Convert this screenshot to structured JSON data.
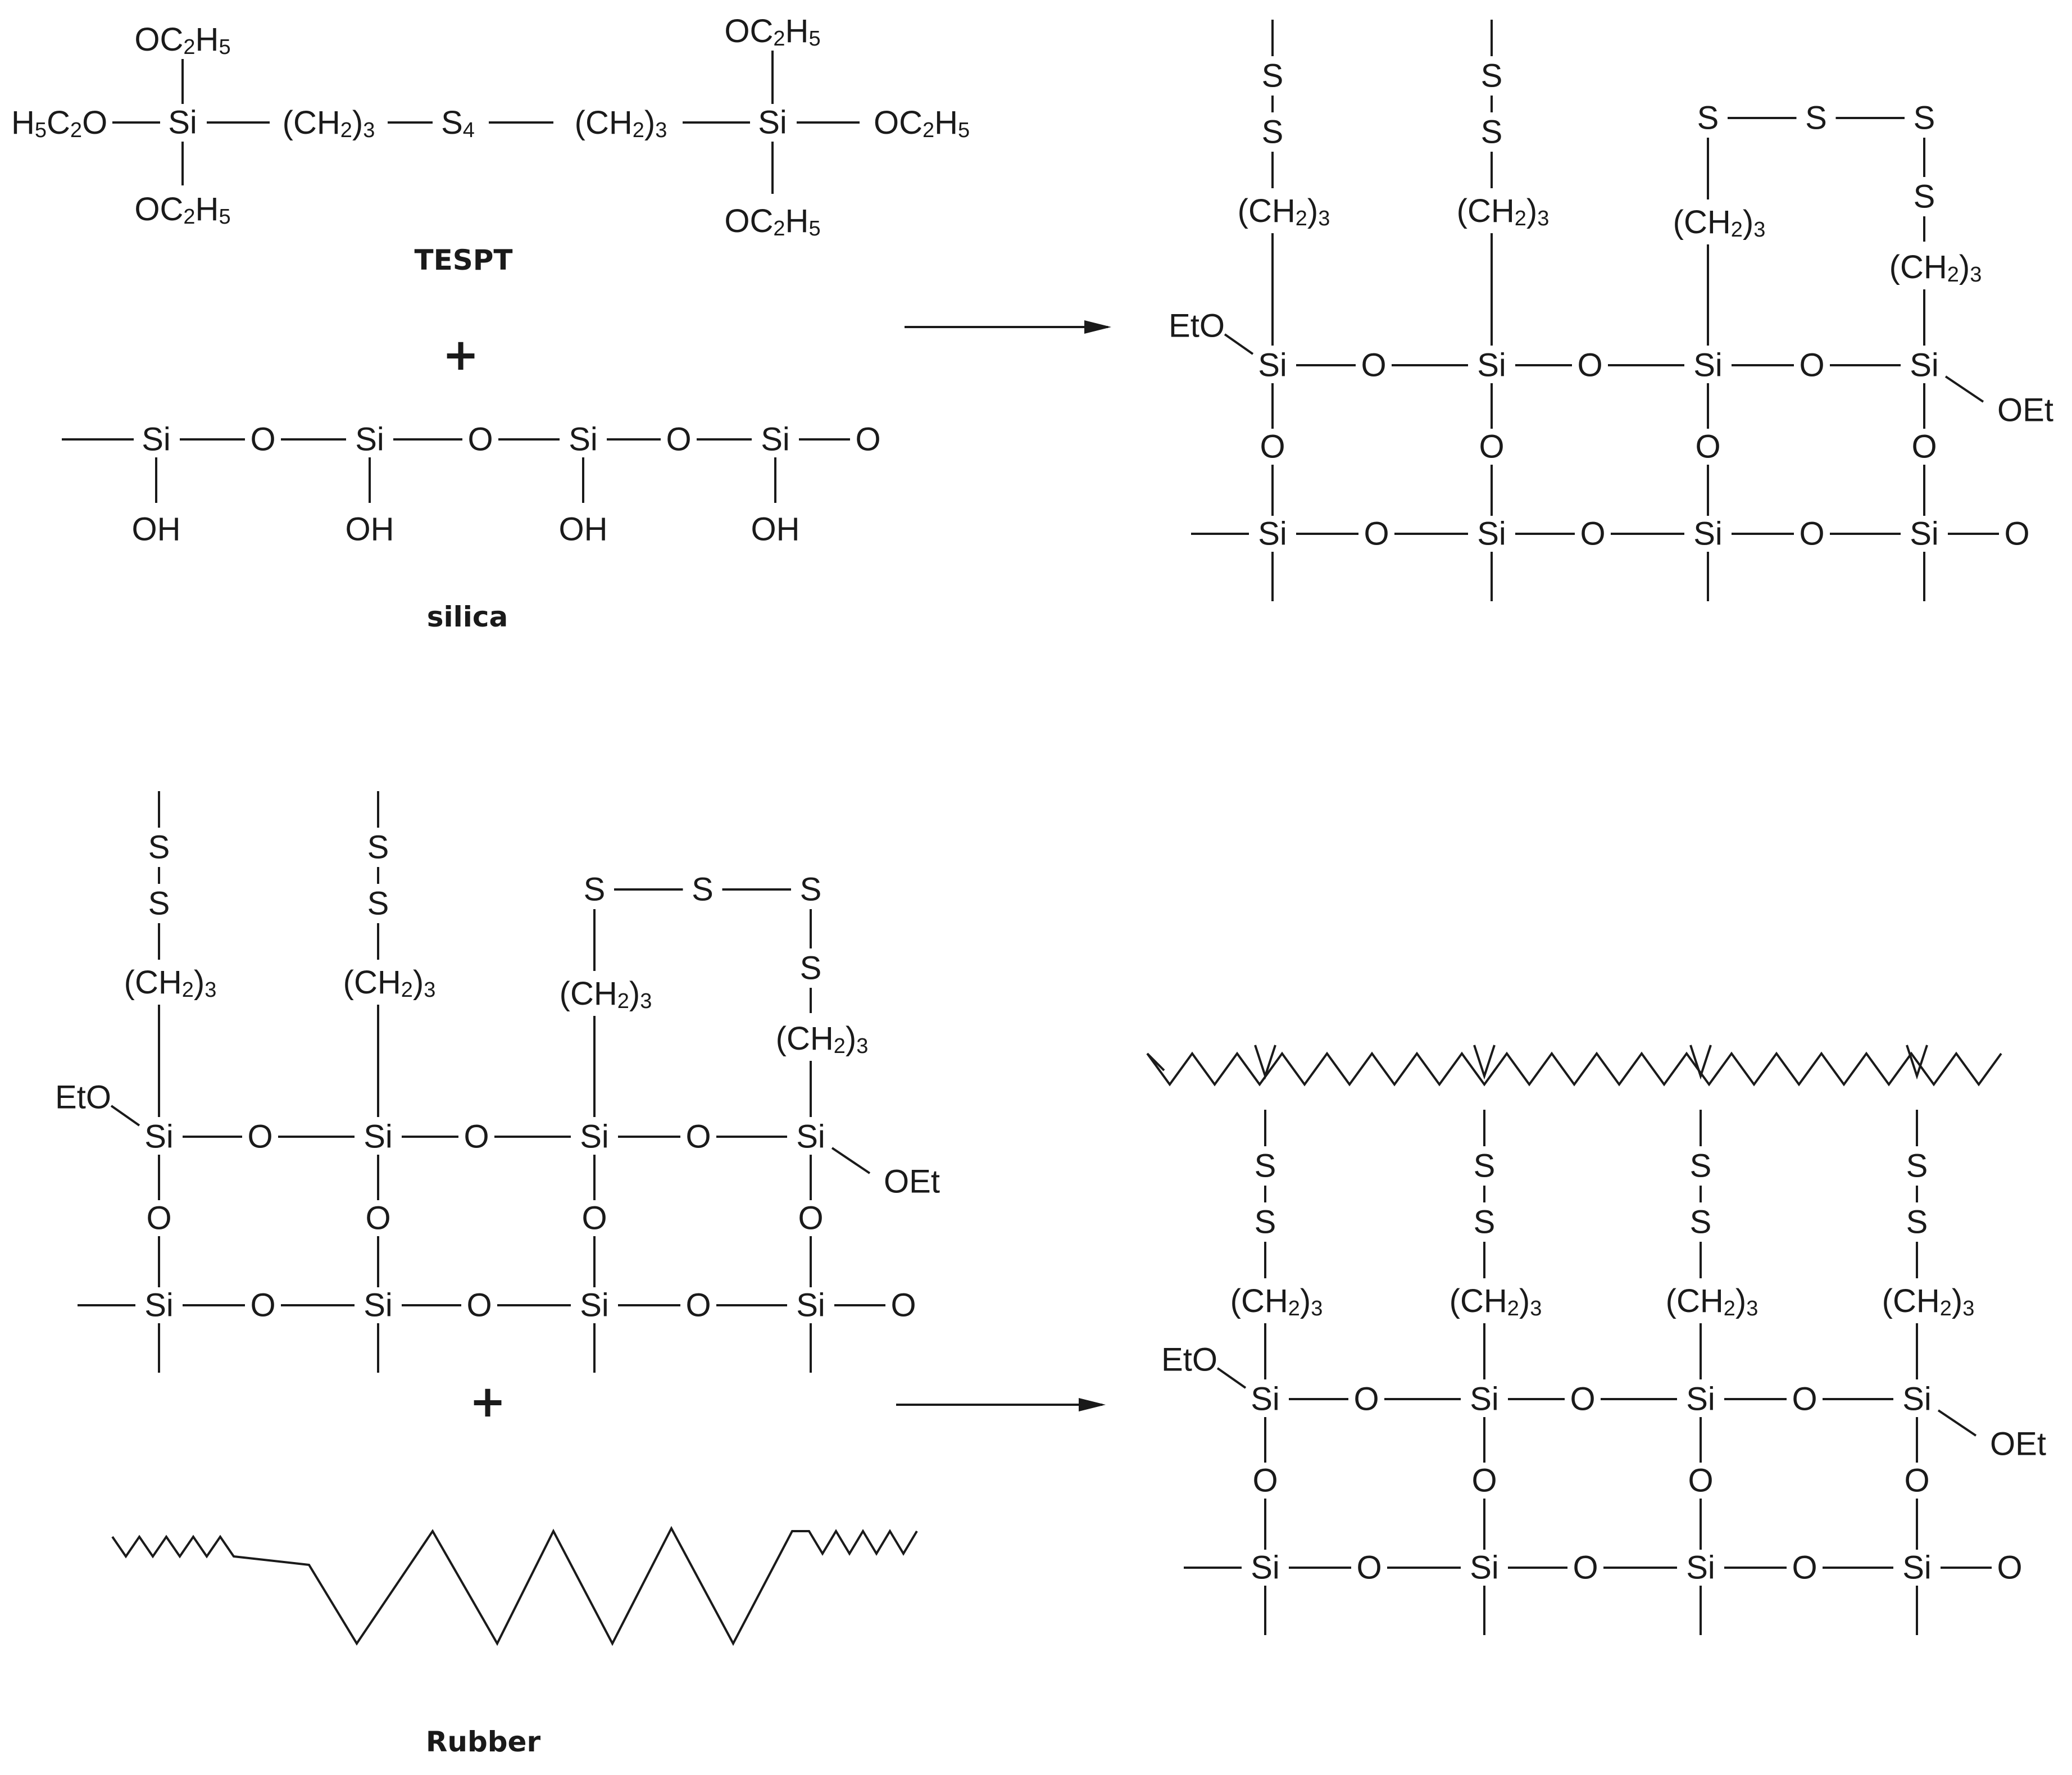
{
  "labels": {
    "tespt": "TESPT",
    "silica": "silica",
    "rubber": "Rubber",
    "plus": "+"
  },
  "atoms": {
    "si": "Si",
    "o": "O",
    "oh": "OH",
    "s": "S",
    "s4_base": "S",
    "s4_sub": "4",
    "eto": "EtO",
    "oet": "OEt",
    "ch2_open": "(CH",
    "ch2_sub": "2",
    "ch2_close": ")",
    "ch2_n": "3",
    "oc2h5_a": "OC",
    "oc2h5_b": "2",
    "oc2h5_c": "H",
    "oc2h5_d": "5",
    "h5c2o_a": "H",
    "h5c2o_b": "5",
    "h5c2o_c": "C",
    "h5c2o_d": "2",
    "h5c2o_e": "O"
  },
  "colors": {
    "ink": "#1a1a1a",
    "background": "#ffffff"
  }
}
